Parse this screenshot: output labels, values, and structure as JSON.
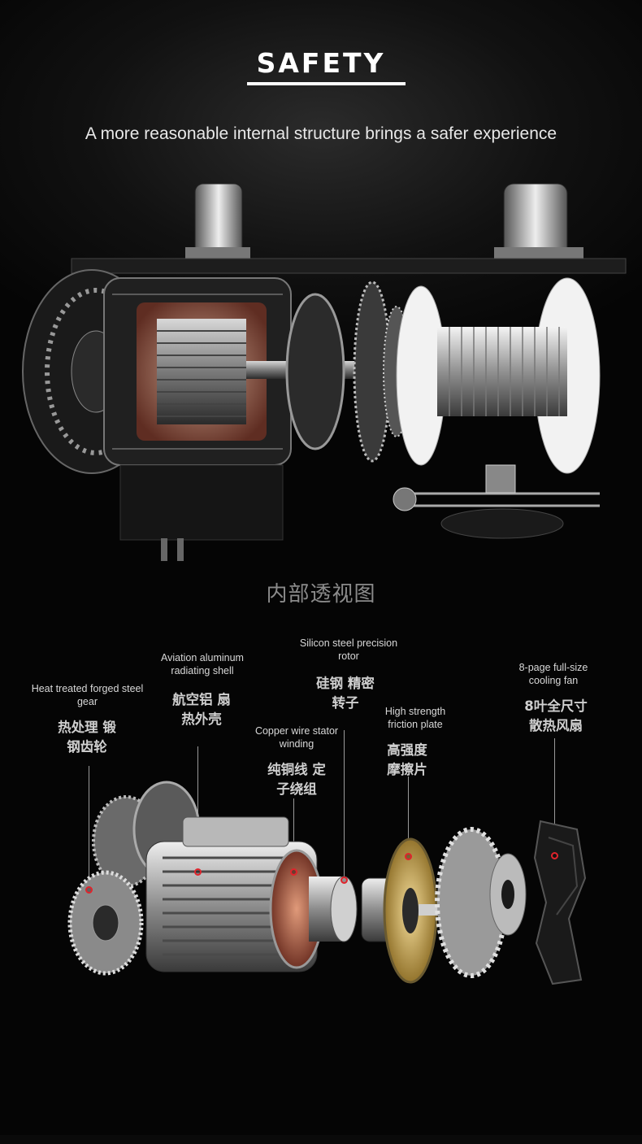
{
  "header": {
    "title": "SAFETY",
    "subtitle": "A more reasonable internal structure brings a safer experience"
  },
  "cutaway": {
    "caption": "内部透视图",
    "image_icon": "cutaway-hoist-illustration"
  },
  "components": [
    {
      "en": "Heat treated forged steel gear",
      "zh": "热处理 锻钢齿轮",
      "icon": "forged-gear-icon"
    },
    {
      "en": "Aviation aluminum radiating shell",
      "zh": "航空铝 扇热外壳",
      "icon": "aluminum-shell-icon"
    },
    {
      "en": "Copper wire stator winding",
      "zh": "纯铜线 定子绕组",
      "icon": "stator-winding-icon"
    },
    {
      "en": "Silicon steel precision rotor",
      "zh": "硅钢 精密转子",
      "icon": "rotor-icon"
    },
    {
      "en": "High strength friction plate",
      "zh": "高强度 摩擦片",
      "icon": "friction-plate-icon"
    },
    {
      "en": "8-page full-size cooling fan",
      "zh": "8叶全尺寸 散热风扇",
      "icon": "cooling-fan-icon"
    }
  ],
  "colors": {
    "background": "#000000",
    "accent_dot": "#e0242c",
    "text": "#ffffff"
  }
}
